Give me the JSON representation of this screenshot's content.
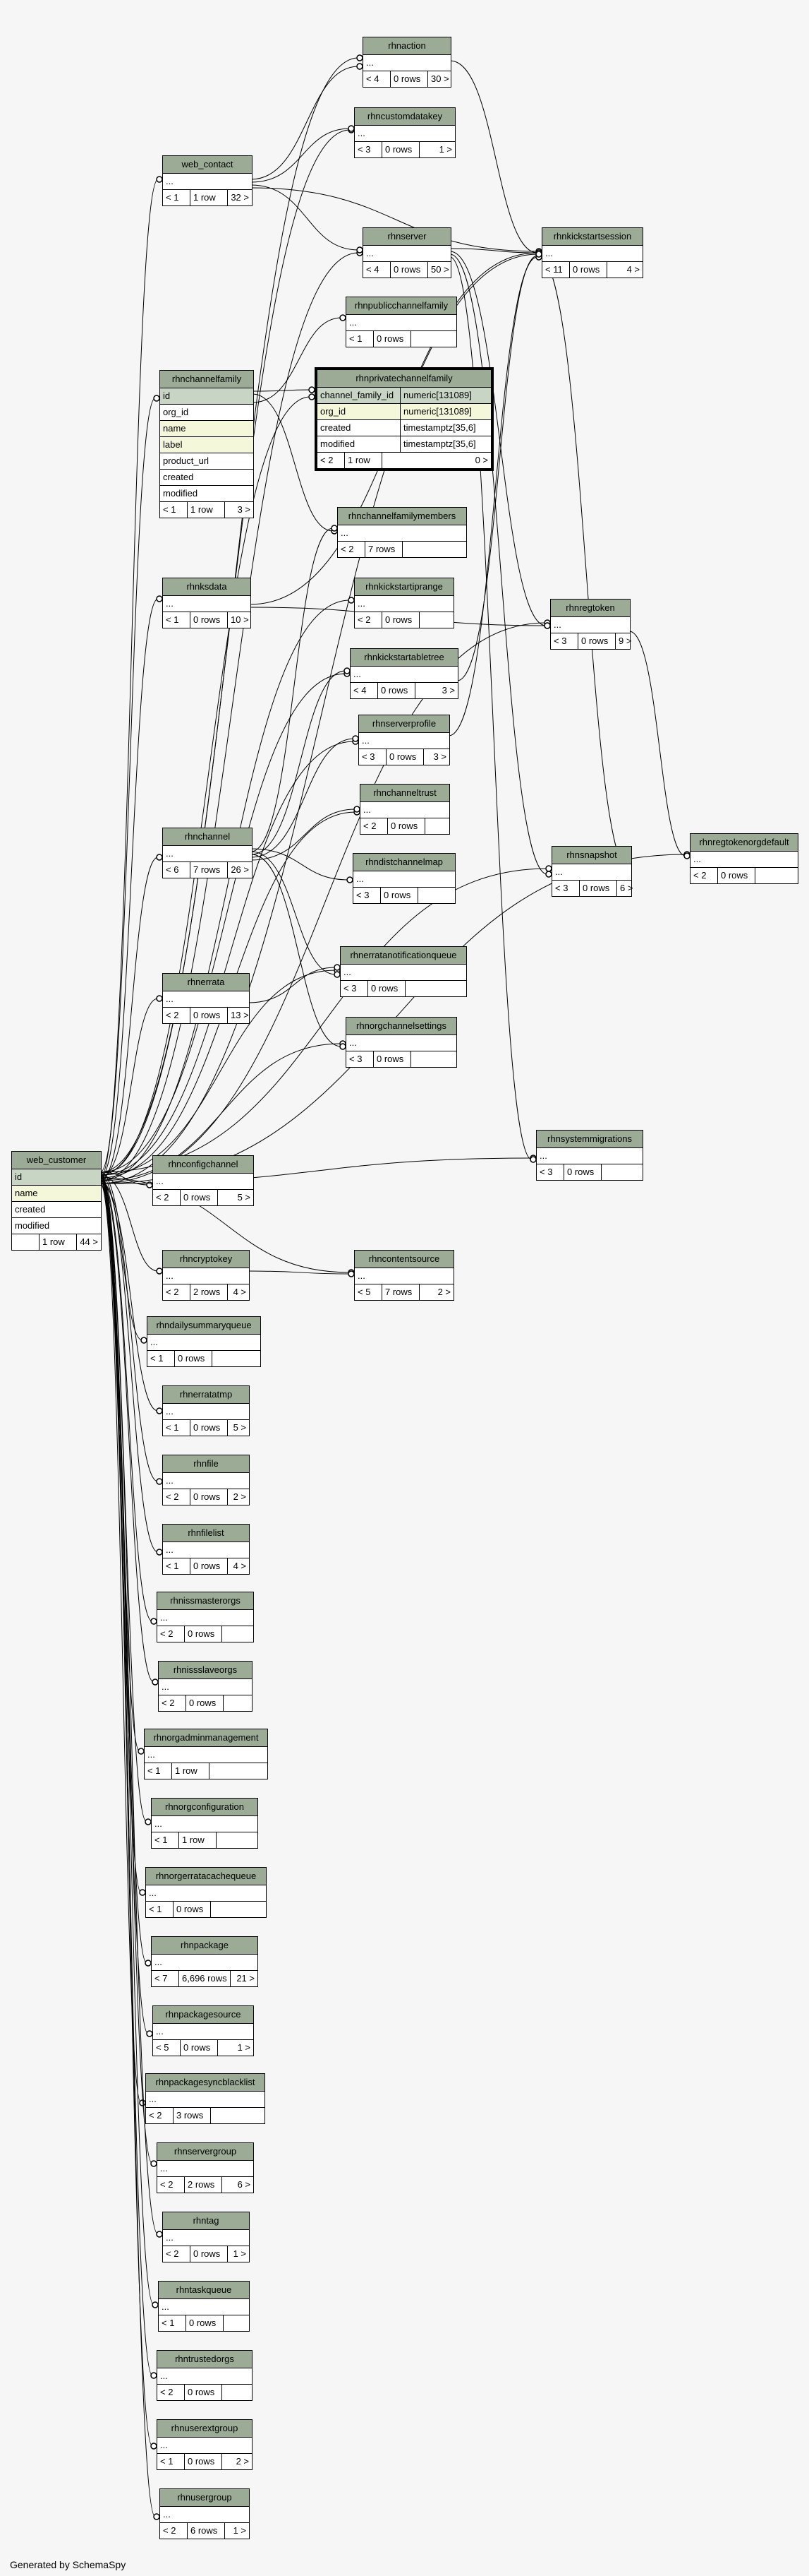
{
  "footer": "Generated by SchemaSpy",
  "tables": {
    "web_customer": {
      "name": "web_customer",
      "columns": [
        {
          "name": "id",
          "kind": "pk"
        },
        {
          "name": "name",
          "kind": "idx"
        },
        {
          "name": "created",
          "kind": ""
        },
        {
          "name": "modified",
          "kind": ""
        }
      ],
      "stats": [
        "",
        "1 row",
        "44 >"
      ]
    },
    "rhnaction": {
      "name": "rhnaction",
      "columns": [
        {
          "name": "...",
          "kind": ""
        }
      ],
      "stats": [
        "< 4",
        "0 rows",
        "30 >"
      ]
    },
    "rhncustomdatakey": {
      "name": "rhncustomdatakey",
      "columns": [
        {
          "name": "...",
          "kind": ""
        }
      ],
      "stats": [
        "< 3",
        "0 rows",
        "1 >"
      ]
    },
    "web_contact": {
      "name": "web_contact",
      "columns": [
        {
          "name": "...",
          "kind": ""
        }
      ],
      "stats": [
        "< 1",
        "1 row",
        "32 >"
      ]
    },
    "rhnserver": {
      "name": "rhnserver",
      "columns": [
        {
          "name": "...",
          "kind": ""
        }
      ],
      "stats": [
        "< 4",
        "0 rows",
        "50 >"
      ]
    },
    "rhnkickstartsession": {
      "name": "rhnkickstartsession",
      "columns": [
        {
          "name": "...",
          "kind": ""
        }
      ],
      "stats": [
        "< 11",
        "0 rows",
        "4 >"
      ]
    },
    "rhnpublicchannelfamily": {
      "name": "rhnpublicchannelfamily",
      "columns": [
        {
          "name": "...",
          "kind": ""
        }
      ],
      "stats": [
        "< 1",
        "0 rows",
        ""
      ]
    },
    "rhnprivatechannelfamily": {
      "name": "rhnprivatechannelfamily",
      "columns": [
        {
          "name": "channel_family_id",
          "kind": "pk",
          "type": "numeric[131089]"
        },
        {
          "name": "org_id",
          "kind": "idx",
          "type": "numeric[131089]"
        },
        {
          "name": "created",
          "kind": "",
          "type": "timestamptz[35,6]"
        },
        {
          "name": "modified",
          "kind": "",
          "type": "timestamptz[35,6]"
        }
      ],
      "stats": [
        "< 2",
        "1 row",
        "0 >"
      ]
    },
    "rhnchannelfamily": {
      "name": "rhnchannelfamily",
      "columns": [
        {
          "name": "id",
          "kind": "pk"
        },
        {
          "name": "org_id",
          "kind": ""
        },
        {
          "name": "name",
          "kind": "idx"
        },
        {
          "name": "label",
          "kind": "idx"
        },
        {
          "name": "product_url",
          "kind": ""
        },
        {
          "name": "created",
          "kind": ""
        },
        {
          "name": "modified",
          "kind": ""
        }
      ],
      "stats": [
        "< 1",
        "1 row",
        "3 >"
      ]
    },
    "rhnchannelfamilymembers": {
      "name": "rhnchannelfamilymembers",
      "columns": [
        {
          "name": "...",
          "kind": ""
        }
      ],
      "stats": [
        "< 2",
        "7 rows",
        ""
      ]
    },
    "rhnksdata": {
      "name": "rhnksdata",
      "columns": [
        {
          "name": "...",
          "kind": ""
        }
      ],
      "stats": [
        "< 1",
        "0 rows",
        "10 >"
      ]
    },
    "rhnkickstartiprange": {
      "name": "rhnkickstartiprange",
      "columns": [
        {
          "name": "...",
          "kind": ""
        }
      ],
      "stats": [
        "< 2",
        "0 rows",
        ""
      ]
    },
    "rhnregtoken": {
      "name": "rhnregtoken",
      "columns": [
        {
          "name": "...",
          "kind": ""
        }
      ],
      "stats": [
        "< 3",
        "0 rows",
        "9 >"
      ]
    },
    "rhnkickstartabletree": {
      "name": "rhnkickstartabletree",
      "columns": [
        {
          "name": "...",
          "kind": ""
        }
      ],
      "stats": [
        "< 4",
        "0 rows",
        "3 >"
      ]
    },
    "rhnserverprofile": {
      "name": "rhnserverprofile",
      "columns": [
        {
          "name": "...",
          "kind": ""
        }
      ],
      "stats": [
        "< 3",
        "0 rows",
        "3 >"
      ]
    },
    "rhnchanneltrust": {
      "name": "rhnchanneltrust",
      "columns": [
        {
          "name": "...",
          "kind": ""
        }
      ],
      "stats": [
        "< 2",
        "0 rows",
        ""
      ]
    },
    "rhnchannel": {
      "name": "rhnchannel",
      "columns": [
        {
          "name": "...",
          "kind": ""
        }
      ],
      "stats": [
        "< 6",
        "7 rows",
        "26 >"
      ]
    },
    "rhnregtokenorgdefault": {
      "name": "rhnregtokenorgdefault",
      "columns": [
        {
          "name": "...",
          "kind": ""
        }
      ],
      "stats": [
        "< 2",
        "0 rows",
        ""
      ]
    },
    "rhndistchannelmap": {
      "name": "rhndistchannelmap",
      "columns": [
        {
          "name": "...",
          "kind": ""
        }
      ],
      "stats": [
        "< 3",
        "0 rows",
        ""
      ]
    },
    "rhnsnapshot": {
      "name": "rhnsnapshot",
      "columns": [
        {
          "name": "...",
          "kind": ""
        }
      ],
      "stats": [
        "< 3",
        "0 rows",
        "6 >"
      ]
    },
    "rhnerratanotificationqueue": {
      "name": "rhnerratanotificationqueue",
      "columns": [
        {
          "name": "...",
          "kind": ""
        }
      ],
      "stats": [
        "< 3",
        "0 rows",
        ""
      ]
    },
    "rhnerrata": {
      "name": "rhnerrata",
      "columns": [
        {
          "name": "...",
          "kind": ""
        }
      ],
      "stats": [
        "< 2",
        "0 rows",
        "13 >"
      ]
    },
    "rhnorgchannelsettings": {
      "name": "rhnorgchannelsettings",
      "columns": [
        {
          "name": "...",
          "kind": ""
        }
      ],
      "stats": [
        "< 3",
        "0 rows",
        ""
      ]
    },
    "rhnsystemmigrations": {
      "name": "rhnsystemmigrations",
      "columns": [
        {
          "name": "...",
          "kind": ""
        }
      ],
      "stats": [
        "< 3",
        "0 rows",
        ""
      ]
    },
    "rhnconfigchannel": {
      "name": "rhnconfigchannel",
      "columns": [
        {
          "name": "...",
          "kind": ""
        }
      ],
      "stats": [
        "< 2",
        "0 rows",
        "5 >"
      ]
    },
    "rhncryptokey": {
      "name": "rhncryptokey",
      "columns": [
        {
          "name": "...",
          "kind": ""
        }
      ],
      "stats": [
        "< 2",
        "2 rows",
        "4 >"
      ]
    },
    "rhncontentsource": {
      "name": "rhncontentsource",
      "columns": [
        {
          "name": "...",
          "kind": ""
        }
      ],
      "stats": [
        "< 5",
        "7 rows",
        "2 >"
      ]
    },
    "rhndailysummaryqueue": {
      "name": "rhndailysummaryqueue",
      "columns": [
        {
          "name": "...",
          "kind": ""
        }
      ],
      "stats": [
        "< 1",
        "0 rows",
        ""
      ]
    },
    "rhnerratatmp": {
      "name": "rhnerratatmp",
      "columns": [
        {
          "name": "...",
          "kind": ""
        }
      ],
      "stats": [
        "< 1",
        "0 rows",
        "5 >"
      ]
    },
    "rhnfile": {
      "name": "rhnfile",
      "columns": [
        {
          "name": "...",
          "kind": ""
        }
      ],
      "stats": [
        "< 2",
        "0 rows",
        "2 >"
      ]
    },
    "rhnfilelist": {
      "name": "rhnfilelist",
      "columns": [
        {
          "name": "...",
          "kind": ""
        }
      ],
      "stats": [
        "< 1",
        "0 rows",
        "4 >"
      ]
    },
    "rhnissmasterorgs": {
      "name": "rhnissmasterorgs",
      "columns": [
        {
          "name": "...",
          "kind": ""
        }
      ],
      "stats": [
        "< 2",
        "0 rows",
        ""
      ]
    },
    "rhnissslaveorgs": {
      "name": "rhnissslaveorgs",
      "columns": [
        {
          "name": "...",
          "kind": ""
        }
      ],
      "stats": [
        "< 2",
        "0 rows",
        ""
      ]
    },
    "rhnorgadminmanagement": {
      "name": "rhnorgadminmanagement",
      "columns": [
        {
          "name": "...",
          "kind": ""
        }
      ],
      "stats": [
        "< 1",
        "1 row",
        ""
      ]
    },
    "rhnorgconfiguration": {
      "name": "rhnorgconfiguration",
      "columns": [
        {
          "name": "...",
          "kind": ""
        }
      ],
      "stats": [
        "< 1",
        "1 row",
        ""
      ]
    },
    "rhnorgerratacachequeue": {
      "name": "rhnorgerratacachequeue",
      "columns": [
        {
          "name": "...",
          "kind": ""
        }
      ],
      "stats": [
        "< 1",
        "0 rows",
        ""
      ]
    },
    "rhnpackage": {
      "name": "rhnpackage",
      "columns": [
        {
          "name": "...",
          "kind": ""
        }
      ],
      "stats": [
        "< 7",
        "6,696 rows",
        "21 >"
      ]
    },
    "rhnpackagesource": {
      "name": "rhnpackagesource",
      "columns": [
        {
          "name": "...",
          "kind": ""
        }
      ],
      "stats": [
        "< 5",
        "0 rows",
        "1 >"
      ]
    },
    "rhnpackagesyncblacklist": {
      "name": "rhnpackagesyncblacklist",
      "columns": [
        {
          "name": "...",
          "kind": ""
        }
      ],
      "stats": [
        "< 2",
        "3 rows",
        ""
      ]
    },
    "rhnservergroup": {
      "name": "rhnservergroup",
      "columns": [
        {
          "name": "...",
          "kind": ""
        }
      ],
      "stats": [
        "< 2",
        "2 rows",
        "6 >"
      ]
    },
    "rhntag": {
      "name": "rhntag",
      "columns": [
        {
          "name": "...",
          "kind": ""
        }
      ],
      "stats": [
        "< 2",
        "0 rows",
        "1 >"
      ]
    },
    "rhntaskqueue": {
      "name": "rhntaskqueue",
      "columns": [
        {
          "name": "...",
          "kind": ""
        }
      ],
      "stats": [
        "< 1",
        "0 rows",
        ""
      ]
    },
    "rhntrustedorgs": {
      "name": "rhntrustedorgs",
      "columns": [
        {
          "name": "...",
          "kind": ""
        }
      ],
      "stats": [
        "< 2",
        "0 rows",
        ""
      ]
    },
    "rhnuserextgroup": {
      "name": "rhnuserextgroup",
      "columns": [
        {
          "name": "...",
          "kind": ""
        }
      ],
      "stats": [
        "< 1",
        "0 rows",
        "2 >"
      ]
    },
    "rhnusergroup": {
      "name": "rhnusergroup",
      "columns": [
        {
          "name": "...",
          "kind": ""
        }
      ],
      "stats": [
        "< 2",
        "6 rows",
        "1 >"
      ]
    }
  },
  "relationships": [
    [
      "web_customer",
      "rhnaction"
    ],
    [
      "web_customer",
      "rhncustomdatakey"
    ],
    [
      "web_customer",
      "web_contact"
    ],
    [
      "web_customer",
      "rhnserver"
    ],
    [
      "web_customer",
      "rhnkickstartsession"
    ],
    [
      "web_customer",
      "rhnchannelfamily"
    ],
    [
      "web_customer",
      "rhnprivatechannelfamily"
    ],
    [
      "web_customer",
      "rhnksdata"
    ],
    [
      "web_customer",
      "rhnkickstartiprange"
    ],
    [
      "web_customer",
      "rhnregtoken"
    ],
    [
      "web_customer",
      "rhnkickstartabletree"
    ],
    [
      "web_customer",
      "rhnserverprofile"
    ],
    [
      "web_customer",
      "rhnchanneltrust"
    ],
    [
      "web_customer",
      "rhnchannel"
    ],
    [
      "web_customer",
      "rhnregtokenorgdefault"
    ],
    [
      "web_customer",
      "rhnsnapshot"
    ],
    [
      "web_customer",
      "rhnerratanotificationqueue"
    ],
    [
      "web_customer",
      "rhnerrata"
    ],
    [
      "web_customer",
      "rhnorgchannelsettings"
    ],
    [
      "web_customer",
      "rhnsystemmigrations"
    ],
    [
      "web_customer",
      "rhnconfigchannel"
    ],
    [
      "web_customer",
      "rhncryptokey"
    ],
    [
      "web_customer",
      "rhncontentsource"
    ],
    [
      "web_customer",
      "rhndailysummaryqueue"
    ],
    [
      "web_customer",
      "rhnerratatmp"
    ],
    [
      "web_customer",
      "rhnfile"
    ],
    [
      "web_customer",
      "rhnfilelist"
    ],
    [
      "web_customer",
      "rhnissmasterorgs"
    ],
    [
      "web_customer",
      "rhnissslaveorgs"
    ],
    [
      "web_customer",
      "rhnorgadminmanagement"
    ],
    [
      "web_customer",
      "rhnorgconfiguration"
    ],
    [
      "web_customer",
      "rhnorgerratacachequeue"
    ],
    [
      "web_customer",
      "rhnpackage"
    ],
    [
      "web_customer",
      "rhnpackagesource"
    ],
    [
      "web_customer",
      "rhnpackagesyncblacklist"
    ],
    [
      "web_customer",
      "rhnservergroup"
    ],
    [
      "web_customer",
      "rhntag"
    ],
    [
      "web_customer",
      "rhntaskqueue"
    ],
    [
      "web_customer",
      "rhntrustedorgs"
    ],
    [
      "web_customer",
      "rhnuserextgroup"
    ],
    [
      "web_customer",
      "rhnusergroup"
    ],
    [
      "web_contact",
      "rhnaction"
    ],
    [
      "web_contact",
      "rhncustomdatakey"
    ],
    [
      "web_contact",
      "rhnserver"
    ],
    [
      "web_contact",
      "rhnkickstartsession"
    ],
    [
      "rhnserver",
      "rhnkickstartsession"
    ],
    [
      "rhnserver",
      "rhnregtoken"
    ],
    [
      "rhnserver",
      "rhnsnapshot"
    ],
    [
      "rhnserver",
      "rhnsystemmigrations"
    ],
    [
      "rhnchannelfamily",
      "rhnpublicchannelfamily"
    ],
    [
      "rhnchannelfamily",
      "rhnprivatechannelfamily"
    ],
    [
      "rhnchannelfamily",
      "rhnchannelfamilymembers"
    ],
    [
      "rhnksdata",
      "rhnkickstartsession"
    ],
    [
      "rhnksdata",
      "rhnregtoken"
    ],
    [
      "rhnkickstartabletree",
      "rhnkickstartsession"
    ],
    [
      "rhnserverprofile",
      "rhnkickstartsession"
    ],
    [
      "rhnchannel",
      "rhnchannelfamilymembers"
    ],
    [
      "rhnchannel",
      "rhnkickstartabletree"
    ],
    [
      "rhnchannel",
      "rhnserverprofile"
    ],
    [
      "rhnchannel",
      "rhnchanneltrust"
    ],
    [
      "rhnchannel",
      "rhndistchannelmap"
    ],
    [
      "rhnchannel",
      "rhnerratanotificationqueue"
    ],
    [
      "rhnchannel",
      "rhnorgchannelsettings"
    ],
    [
      "rhnerrata",
      "rhnerratanotificationqueue"
    ],
    [
      "rhnregtoken",
      "rhnregtokenorgdefault"
    ],
    [
      "rhncryptokey",
      "rhncontentsource"
    ],
    [
      "rhnaction",
      "rhnkickstartsession"
    ],
    [
      "rhnsnapshot",
      "rhnkickstartsession"
    ]
  ]
}
